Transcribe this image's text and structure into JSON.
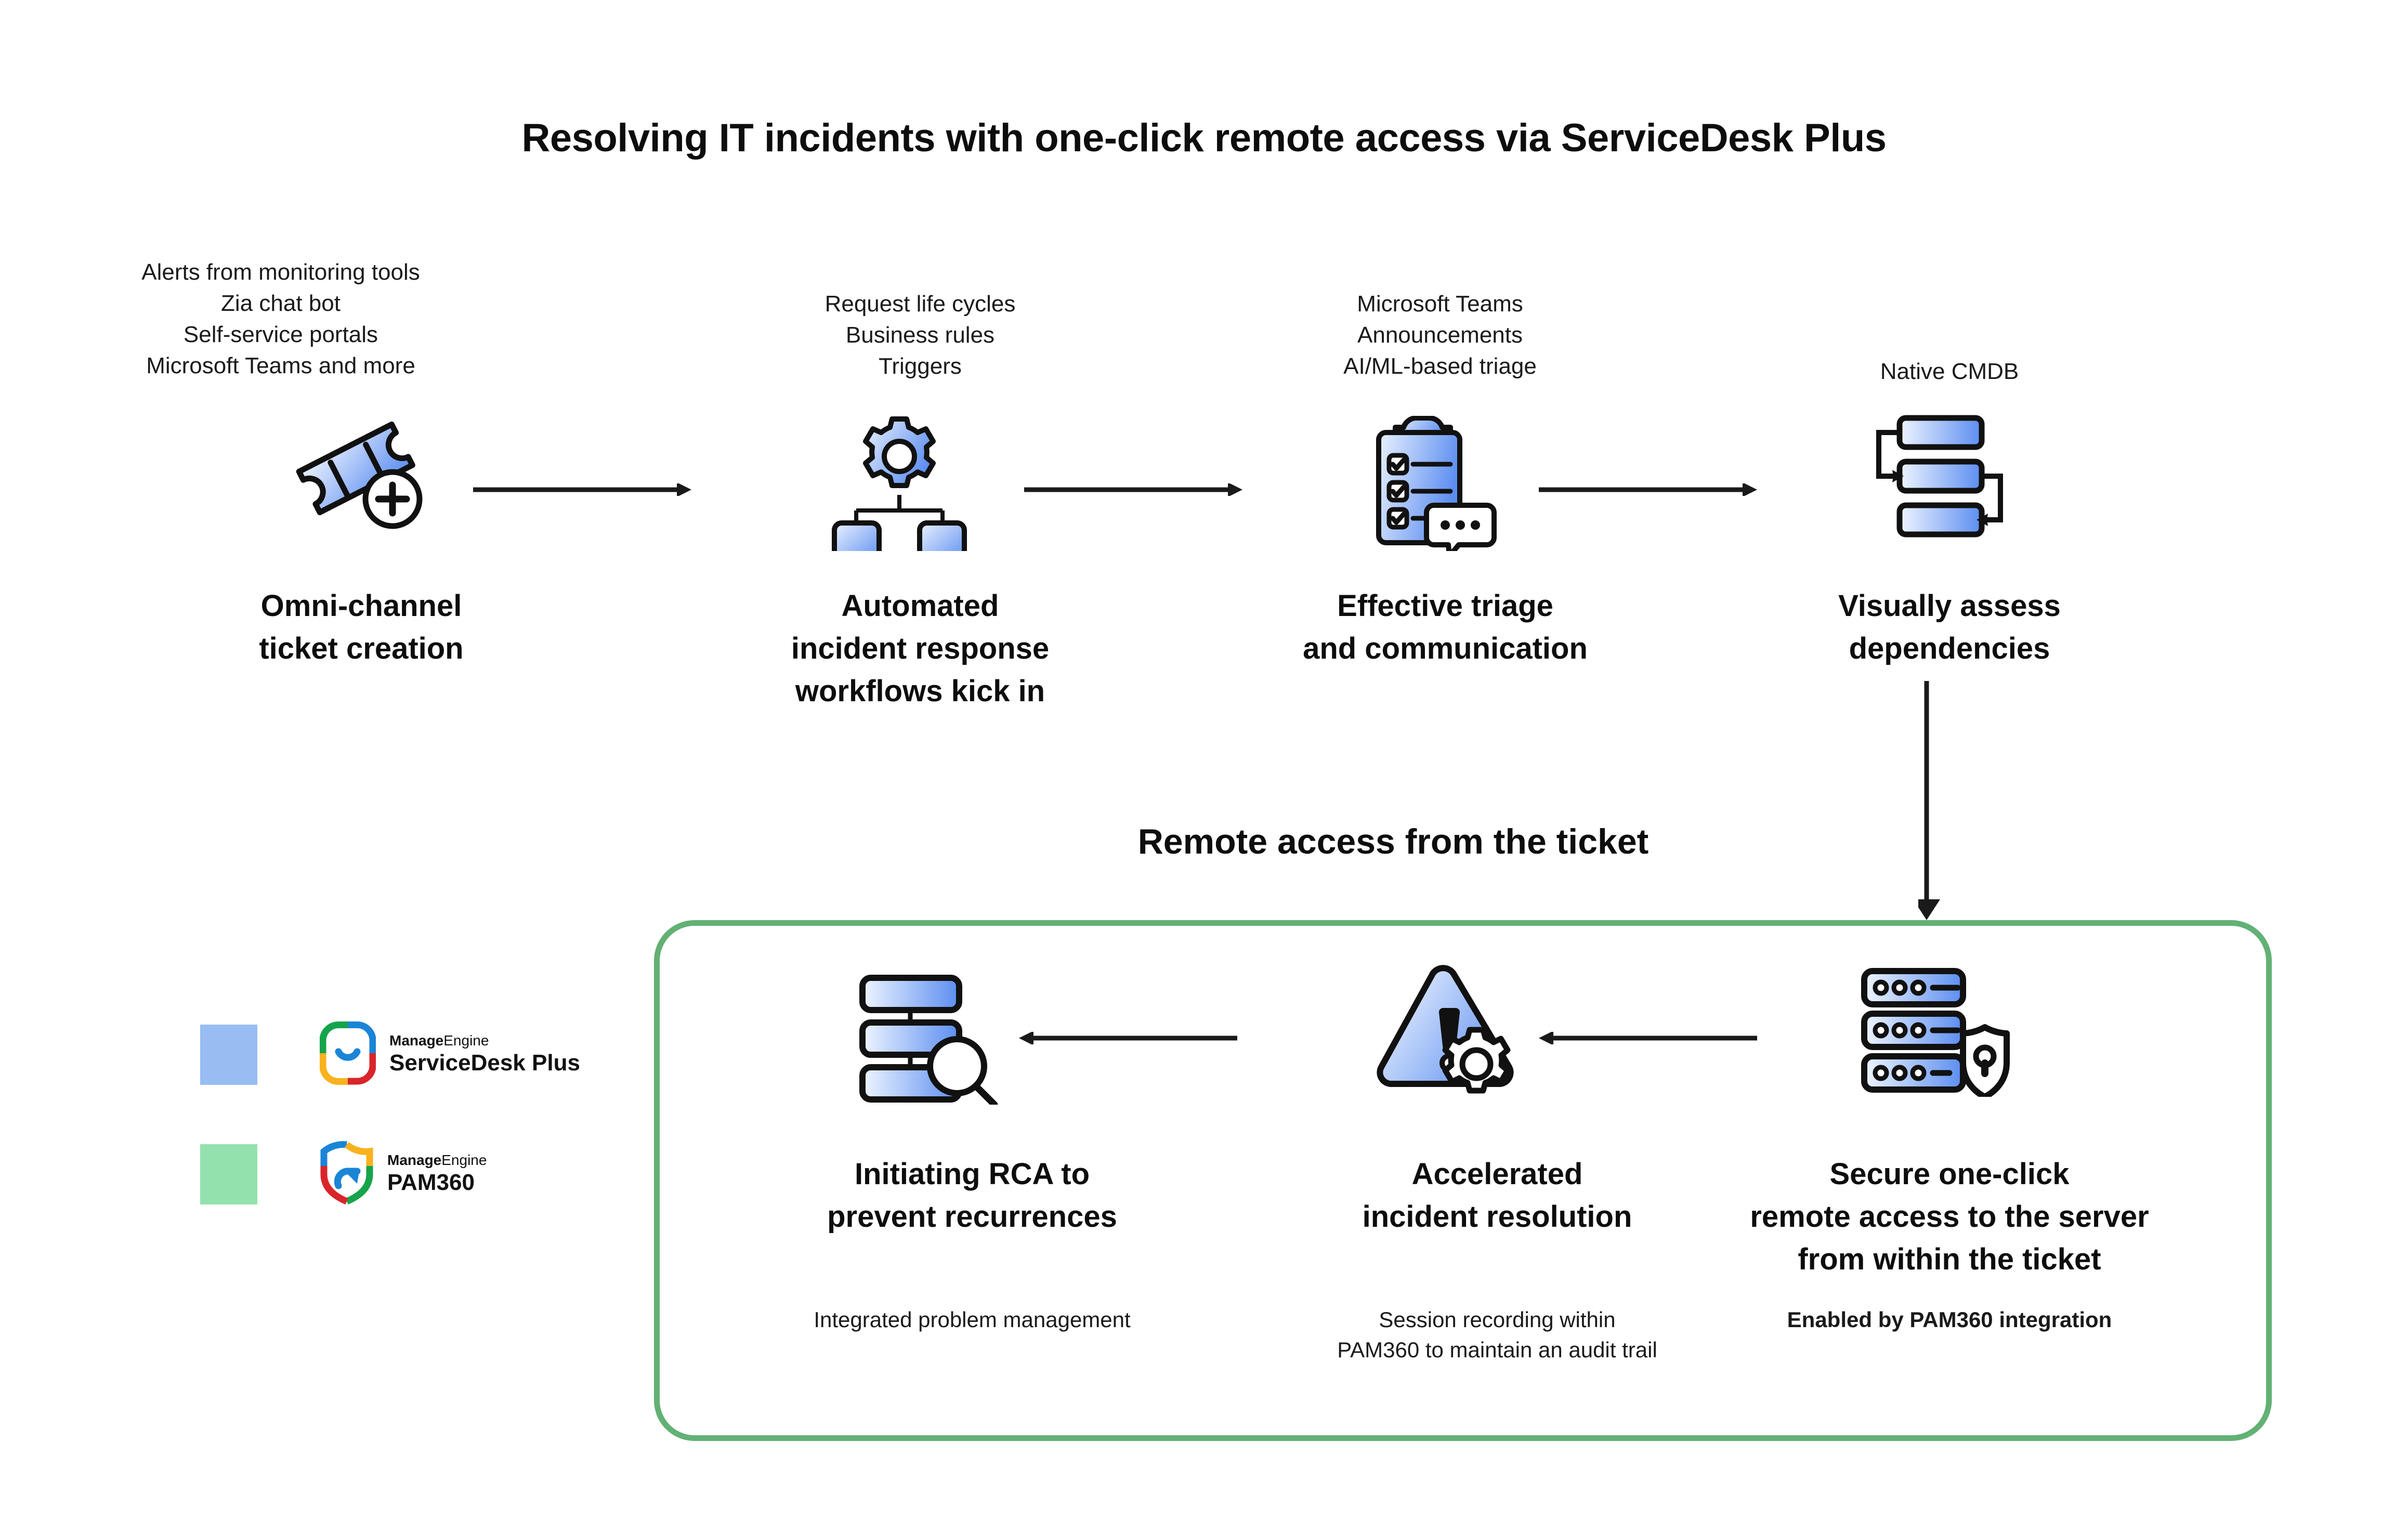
{
  "title": "Resolving IT incidents with one-click remote access via ServiceDesk Plus",
  "section_heading": "Remote access from the ticket",
  "colors": {
    "panel_border": "#63b175",
    "legend_blue": "#97bdf3",
    "legend_green": "#93e1ac",
    "icon_blue": "#5b8df0",
    "ink": "#111111"
  },
  "top_steps": [
    {
      "sub": "Alerts from monitoring tools\nZia chat bot\nSelf-service portals\nMicrosoft Teams and more",
      "label": "Omni-channel\nticket creation",
      "icon": "ticket-plus-icon"
    },
    {
      "sub": "Request life cycles\nBusiness rules\nTriggers",
      "label": "Automated\nincident response\nworkflows kick in",
      "icon": "gear-workflow-icon"
    },
    {
      "sub": "Microsoft Teams\nAnnouncements\nAI/ML-based triage",
      "label": "Effective triage\nand communication",
      "icon": "clipboard-chat-icon"
    },
    {
      "sub": "Native CMDB",
      "label": "Visually assess\ndependencies",
      "icon": "cmdb-stack-icon"
    }
  ],
  "bottom_steps": [
    {
      "label": "Initiating RCA to\nprevent recurrences",
      "caption": "Integrated problem management",
      "caption_bold": false,
      "icon": "server-search-icon"
    },
    {
      "label": "Accelerated\nincident resolution",
      "caption": "Session recording within\nPAM360 to maintain an audit trail",
      "caption_bold": false,
      "icon": "alert-gear-icon"
    },
    {
      "label": "Secure one-click\nremote access to the server\nfrom within the ticket",
      "caption": "Enabled by PAM360 integration",
      "caption_bold": true,
      "icon": "server-shield-lock-icon"
    }
  ],
  "legend": [
    {
      "swatch_color": "#97bdf3",
      "brand_bold": "Manage",
      "brand_light": "Engine",
      "product": "ServiceDesk Plus",
      "logo": "servicedesk-plus-logo"
    },
    {
      "swatch_color": "#93e1ac",
      "brand_bold": "Manage",
      "brand_light": "Engine",
      "product": "PAM360",
      "logo": "pam360-shield-logo"
    }
  ]
}
